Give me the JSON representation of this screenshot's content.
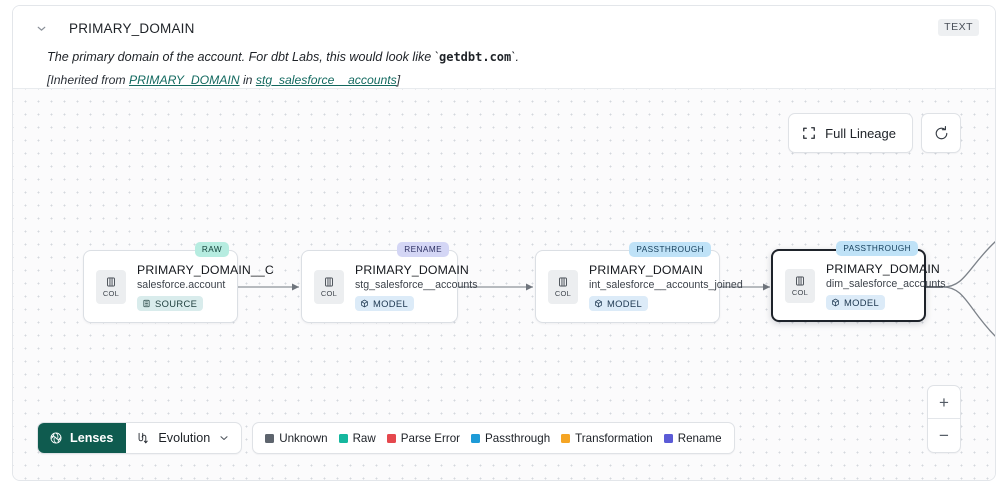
{
  "header": {
    "title": "PRIMARY_DOMAIN",
    "type_badge": "TEXT",
    "description_prefix": "The primary domain of the account. For dbt Labs, this would look like `",
    "description_code": "getdbt.com",
    "description_suffix": "`.",
    "inherited_open": "[Inherited from ",
    "inherited_link_column": "PRIMARY_DOMAIN",
    "inherited_in": " in ",
    "inherited_link_model": "stg_salesforce__accounts",
    "inherited_close": "]",
    "chevron_icon": "chevron-down-icon"
  },
  "canvas": {
    "controls": {
      "full_lineage_label": "Full Lineage",
      "full_lineage_icon": "expand-icon",
      "refresh_icon": "refresh-icon",
      "zoom_in_label": "+",
      "zoom_out_label": "−"
    },
    "nodes": [
      {
        "id": "node-raw",
        "column": "PRIMARY_DOMAIN__C",
        "dataset": "salesforce.account",
        "asset_type": "SOURCE",
        "asset_icon": "source-icon",
        "lens_badge": "RAW",
        "lens_class": "lens-raw",
        "chip_label": "COL",
        "chip_icon": "column-icon",
        "selected": false
      },
      {
        "id": "node-rename",
        "column": "PRIMARY_DOMAIN",
        "dataset": "stg_salesforce__accounts",
        "asset_type": "MODEL",
        "asset_icon": "cube-icon",
        "lens_badge": "RENAME",
        "lens_class": "lens-ren",
        "chip_label": "COL",
        "chip_icon": "column-icon",
        "selected": false
      },
      {
        "id": "node-int",
        "column": "PRIMARY_DOMAIN",
        "dataset": "int_salesforce__accounts_joined",
        "asset_type": "MODEL",
        "asset_icon": "cube-icon",
        "lens_badge": "PASSTHROUGH",
        "lens_class": "lens-pass",
        "chip_label": "COL",
        "chip_icon": "column-icon",
        "selected": false
      },
      {
        "id": "node-dim",
        "column": "PRIMARY_DOMAIN",
        "dataset": "dim_salesforce_accounts",
        "asset_type": "MODEL",
        "asset_icon": "cube-icon",
        "lens_badge": "PASSTHROUGH",
        "lens_class": "lens-pass",
        "chip_label": "COL",
        "chip_icon": "column-icon",
        "selected": true
      }
    ]
  },
  "toolbar": {
    "lenses_label": "Lenses",
    "lenses_icon": "lens-icon",
    "evolution_label": "Evolution",
    "evolution_icon": "evolution-icon",
    "evolution_chevron_icon": "chevron-down-icon",
    "lenses_bg_color": "#0f5b4f"
  },
  "legend": [
    {
      "label": "Unknown",
      "color": "#5d646d"
    },
    {
      "label": "Raw",
      "color": "#15b79e"
    },
    {
      "label": "Parse Error",
      "color": "#e5484d"
    },
    {
      "label": "Passthrough",
      "color": "#1e9bd7"
    },
    {
      "label": "Transformation",
      "color": "#f5a524"
    },
    {
      "label": "Rename",
      "color": "#5b5bd6"
    }
  ]
}
